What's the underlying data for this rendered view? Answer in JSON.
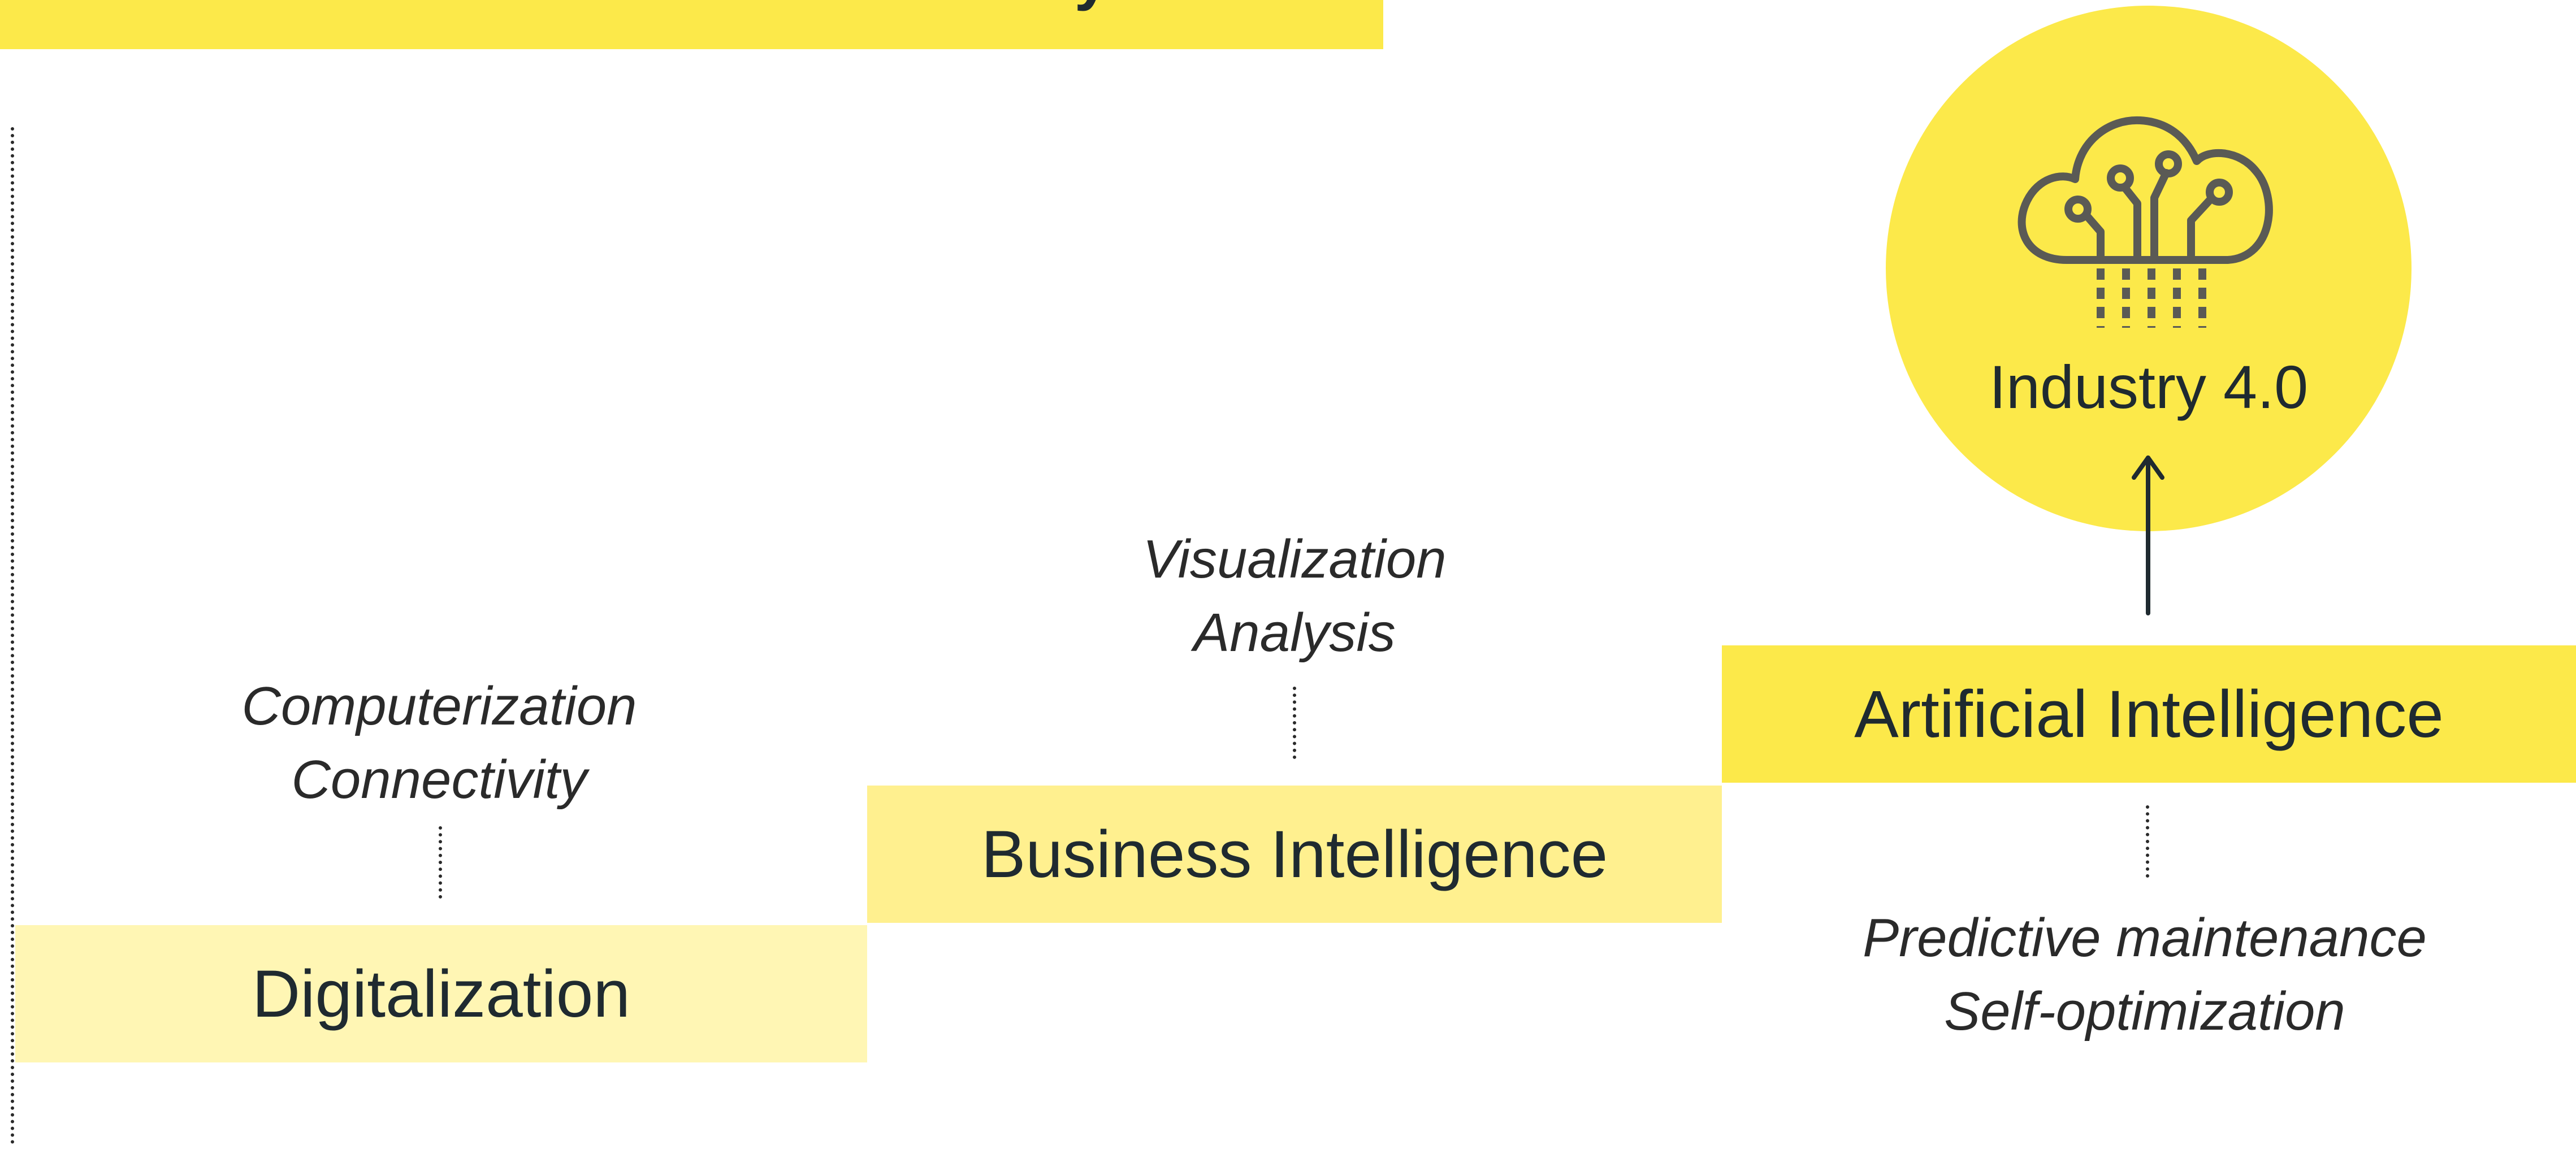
{
  "title": "Vision – Gradual Transition to Industry 4.0",
  "steps": [
    {
      "label": "Digitalization",
      "notes": [
        "Computerization",
        "Connectivity"
      ]
    },
    {
      "label": "Business Intelligence",
      "notes": [
        "Visualization",
        "Analysis"
      ]
    },
    {
      "label": "Artificial Intelligence",
      "notes": [
        "Predictive maintenance",
        "Self-optimization"
      ]
    }
  ],
  "goal": {
    "label": "Industry 4.0",
    "icon": "cloud-network-icon"
  },
  "colors": {
    "accent": "#fce94a",
    "step_light": "#fff6b4",
    "step_mid": "#fff08f",
    "text": "#1f2a30"
  }
}
